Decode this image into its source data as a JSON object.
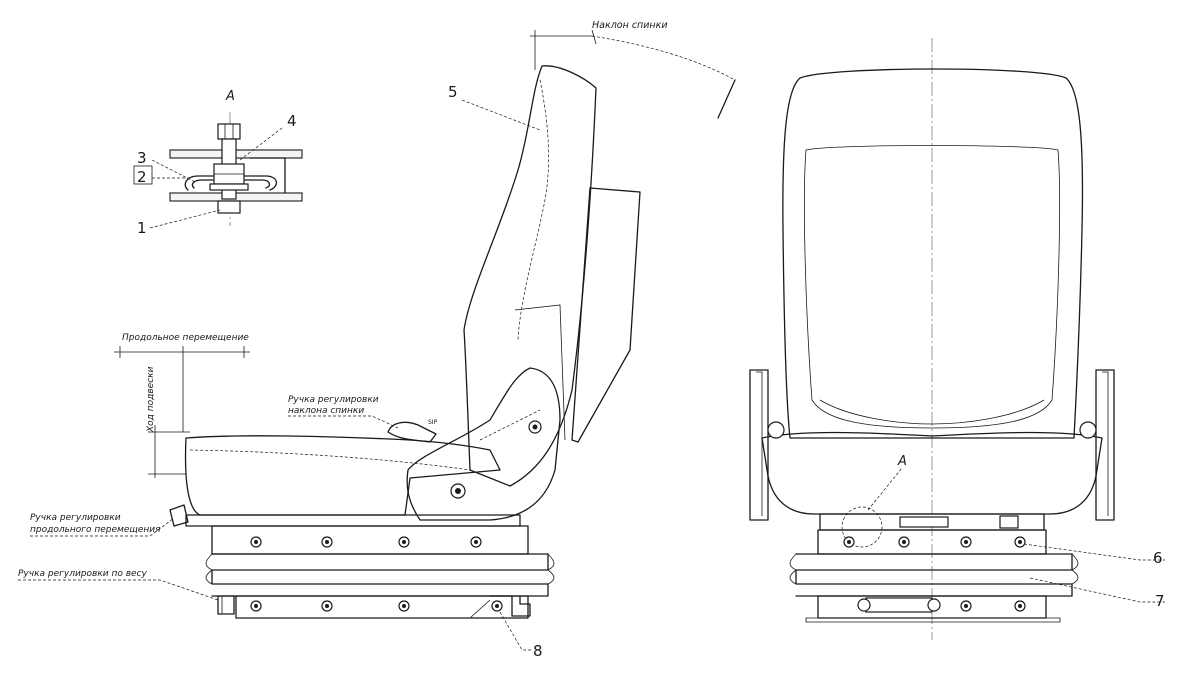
{
  "detail_view": {
    "label": "A",
    "callouts": [
      "1",
      "2",
      "3",
      "4"
    ]
  },
  "side_view": {
    "backrest_tilt_label": "Наклон спинки",
    "longitudinal_travel_label": "Продольное перемещение",
    "suspension_travel_label": "Ход подвески",
    "backrest_handle_label_line1": "Ручка регулировки",
    "backrest_handle_label_line2": "наклона спинки",
    "longitudinal_handle_label_line1": "Ручка регулировки",
    "longitudinal_handle_label_line2": "продольного перемещения",
    "weight_handle_label": "Ручка регулировки по весу",
    "callout_5": "5",
    "callout_8": "8"
  },
  "front_view": {
    "detail_ref": "A",
    "callout_6": "6",
    "callout_7": "7"
  }
}
